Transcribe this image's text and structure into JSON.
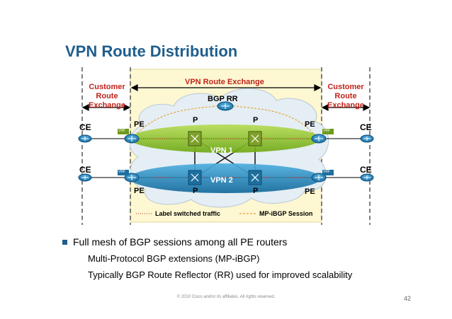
{
  "slide": {
    "title": "VPN Route Distribution",
    "footer": "© 2010 Cisco and/or its affiliates. All rights reserved.",
    "page_number": "42"
  },
  "diagram": {
    "vpn_route_exchange": "VPN Route Exchange",
    "customer_route_left": [
      "Customer",
      "Route",
      "Exchange"
    ],
    "customer_route_right": [
      "Customer",
      "Route",
      "Exchange"
    ],
    "bgp_rr": "BGP RR",
    "labels": {
      "ce": "CE",
      "pe": "PE",
      "p": "P",
      "vrf": "VRF"
    },
    "vpn1": "VPN 1",
    "vpn2": "VPN 2",
    "legend": {
      "label_switched": "Label switched traffic",
      "mp_ibgp": "MP-iBGP Session"
    }
  },
  "bullets": {
    "main": "Full mesh of BGP sessions among all PE routers",
    "sub": [
      "Multi-Protocol BGP extensions (MP-iBGP)",
      "Typically BGP Route Reflector (RR) used for improved scalability"
    ]
  },
  "colors": {
    "title": "#1f5e8c",
    "red_text": "#c0241c",
    "yellow_bg": "#fdf7d2",
    "vpn1": "#8fc41e",
    "vpn2": "#1f88bf",
    "router": "#2a8fc6"
  }
}
